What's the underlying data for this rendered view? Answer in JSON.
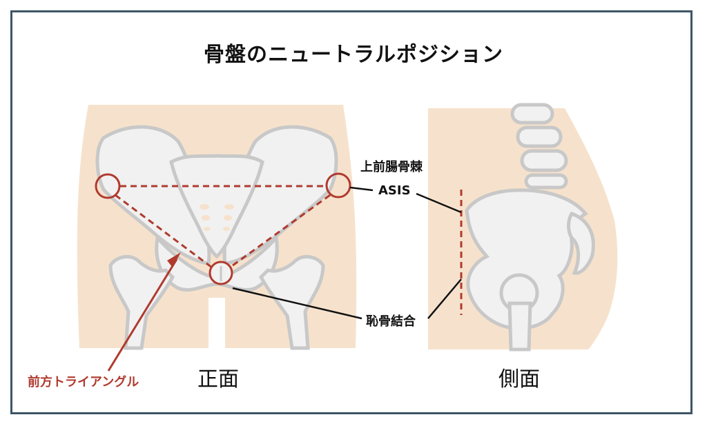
{
  "title": "骨盤のニュートラルポジション",
  "labels": {
    "asis_jp": "上前腸骨棘",
    "asis_en": "ASIS",
    "pubic": "恥骨結合",
    "triangle": "前方トライアングル"
  },
  "captions": {
    "front": "正面",
    "side": "側面"
  },
  "colors": {
    "skin": "#f6e2cc",
    "bone": "#f1f1f1",
    "bone_outline": "#c8c8c8",
    "accent_red": "#b03a2e",
    "frame": "#3d5566"
  }
}
